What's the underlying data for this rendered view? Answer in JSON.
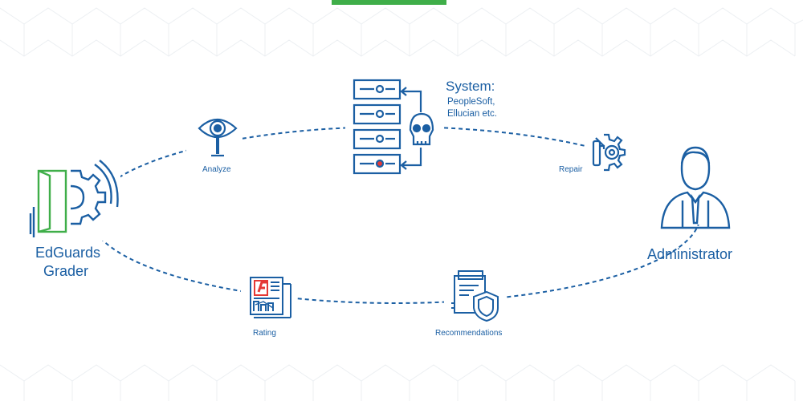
{
  "nodes": {
    "grader": {
      "line1": "EdGuards",
      "line2": "Grader"
    },
    "administrator": {
      "label": "Administrator"
    },
    "system": {
      "title": "System:",
      "line1": "PeopleSoft,",
      "line2": "Ellucian etc."
    }
  },
  "steps": {
    "analyze": "Analyze",
    "repair": "Repair",
    "rating": "Rating",
    "recommendations": "Recommendations"
  },
  "colors": {
    "primary": "#1b5fa3",
    "accent_green": "#3fae49",
    "accent_red": "#e53935",
    "pattern": "#eef1f4"
  }
}
